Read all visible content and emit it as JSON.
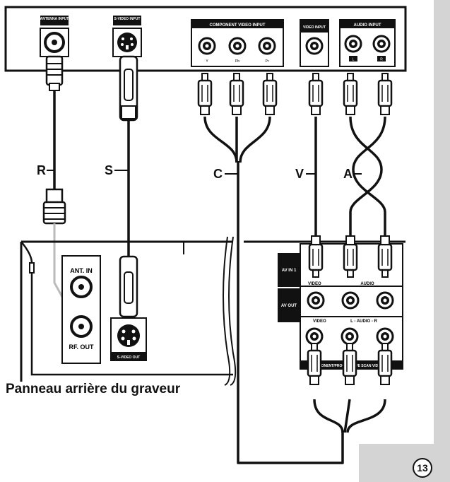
{
  "tv_panel": {
    "antenna_input": "ANTENNA INPUT",
    "svideo_input": "S-VIDEO INPUT",
    "component_video_input": "COMPONENT VIDEO INPUT",
    "component_jacks": [
      "Y",
      "Pb",
      "Pr"
    ],
    "video_input": "VIDEO INPUT",
    "audio_input": "AUDIO INPUT",
    "audio_jacks": [
      "L",
      "R"
    ]
  },
  "cable_labels": [
    "R",
    "S",
    "C",
    "V",
    "A"
  ],
  "recorder_panel": {
    "ant_in": "ANT. IN",
    "rf_out": "RF. OUT",
    "svideo_out": "S-VIDEO OUT",
    "av_in1": "AV IN 1",
    "av_out": "AV OUT",
    "video": "VIDEO",
    "audio": "AUDIO",
    "audio_lr": "L - AUDIO - R",
    "component_out": "COMPONENT/PROGRESSIVE SCAN VIDEO OUT"
  },
  "caption": "Panneau arrière du graveur",
  "page_number": "13"
}
